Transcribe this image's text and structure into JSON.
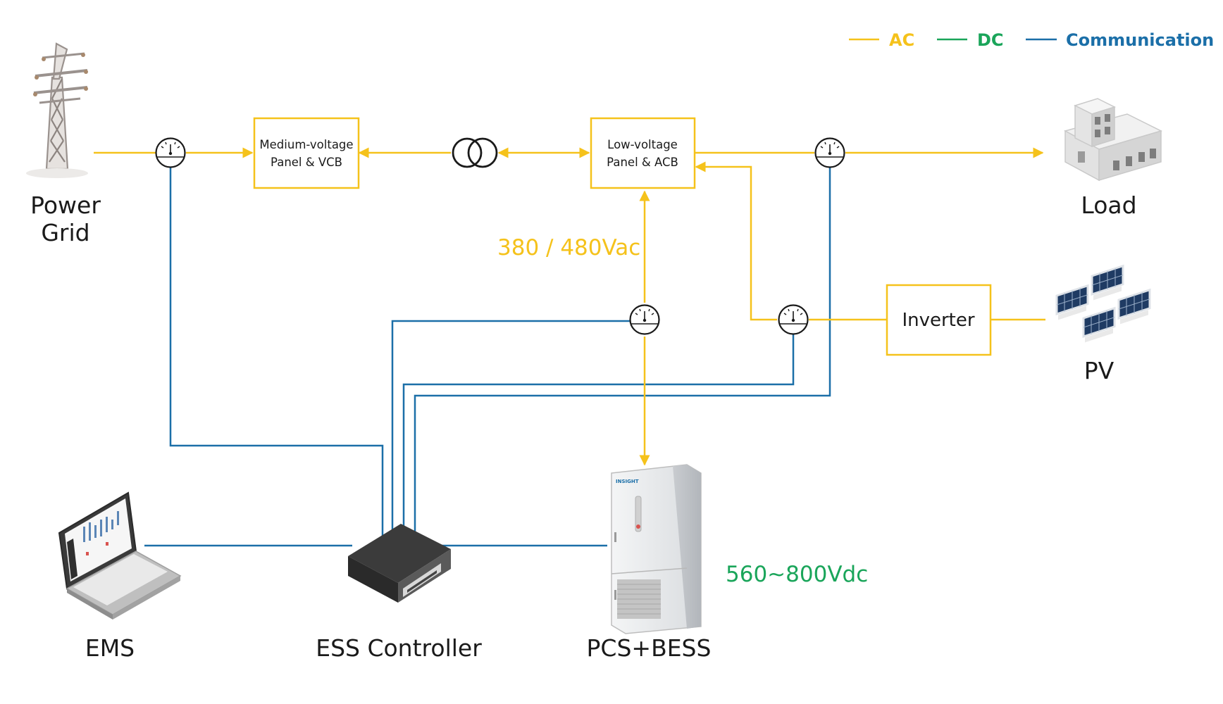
{
  "colors": {
    "ac": "#F5C21B",
    "dc": "#1AA55A",
    "comm": "#1B6FA8",
    "box_stroke": "#F5C21B",
    "text": "#1a1a1a"
  },
  "legend": {
    "ac_label": "AC",
    "dc_label": "DC",
    "comm_label": "Communication"
  },
  "nodes": {
    "grid_label_line1": "Power",
    "grid_label_line2": "Grid",
    "load_label": "Load",
    "pv_label": "PV",
    "ems_label": "EMS",
    "controller_label": "ESS Controller",
    "pcs_label": "PCS+BESS",
    "pcs_brand": "INSIGHT"
  },
  "boxes": {
    "mv_line1": "Medium-voltage",
    "mv_line2": "Panel & VCB",
    "lv_line1": "Low-voltage",
    "lv_line2": "Panel & ACB",
    "inverter": "Inverter"
  },
  "annotations": {
    "ac_voltage": "380 / 480Vac",
    "dc_voltage": "560~800Vdc"
  }
}
